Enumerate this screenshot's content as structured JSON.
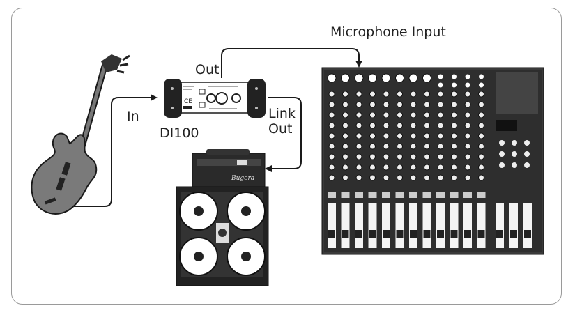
{
  "labels": {
    "microphone_input": "Microphone Input",
    "out": "Out",
    "in": "In",
    "device": "DI100",
    "link_out_1": "Link",
    "link_out_2": "Out"
  },
  "devices": {
    "amp_brand": "Bugera"
  },
  "colors": {
    "line": "#1a1a1a",
    "frame": "#9a9a9a",
    "mixer_body": "#3a3a3a"
  }
}
